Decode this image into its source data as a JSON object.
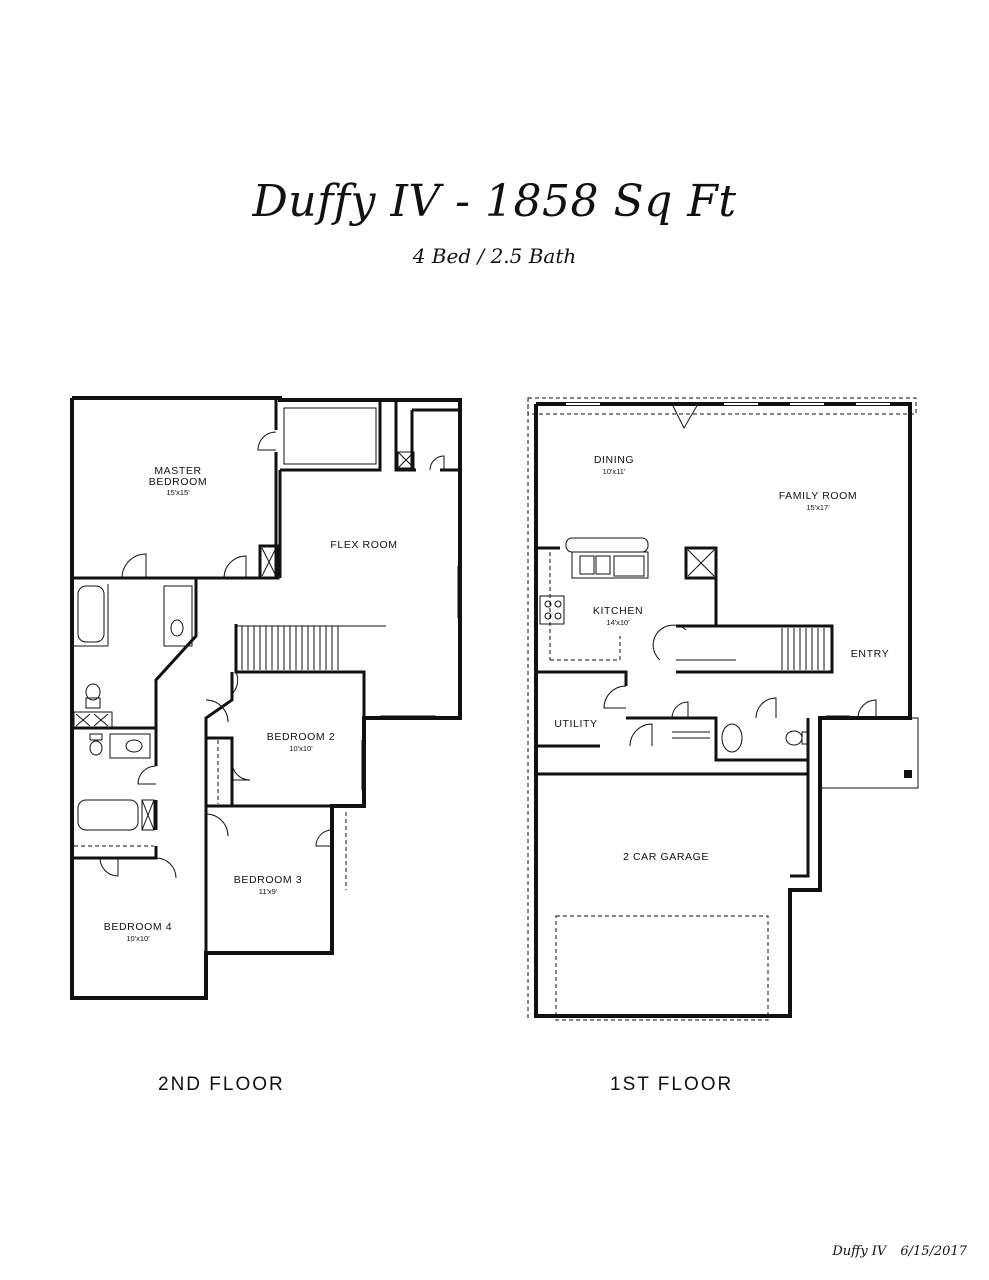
{
  "header": {
    "title": "Duffy IV - 1858 Sq Ft",
    "subtitle": "4 Bed / 2.5 Bath"
  },
  "second_floor": {
    "label": "2ND FLOOR",
    "rooms": [
      {
        "name": "MASTER",
        "name2": "BEDROOM",
        "size": "15'x15'"
      },
      {
        "name": "FLEX ROOM"
      },
      {
        "name": "BEDROOM 2",
        "size": "10'x10'"
      },
      {
        "name": "BEDROOM 3",
        "size": "11'x9'"
      },
      {
        "name": "BEDROOM 4",
        "size": "10'x10'"
      }
    ]
  },
  "first_floor": {
    "label": "1ST FLOOR",
    "rooms": [
      {
        "name": "DINING",
        "size": "10'x11'"
      },
      {
        "name": "FAMILY ROOM",
        "size": "15'x17'"
      },
      {
        "name": "KITCHEN",
        "size": "14'x10'"
      },
      {
        "name": "ENTRY"
      },
      {
        "name": "UTILITY"
      },
      {
        "name": "2 CAR GARAGE"
      }
    ]
  },
  "footer": {
    "plan_name": "Duffy IV",
    "date": "6/15/2017"
  }
}
